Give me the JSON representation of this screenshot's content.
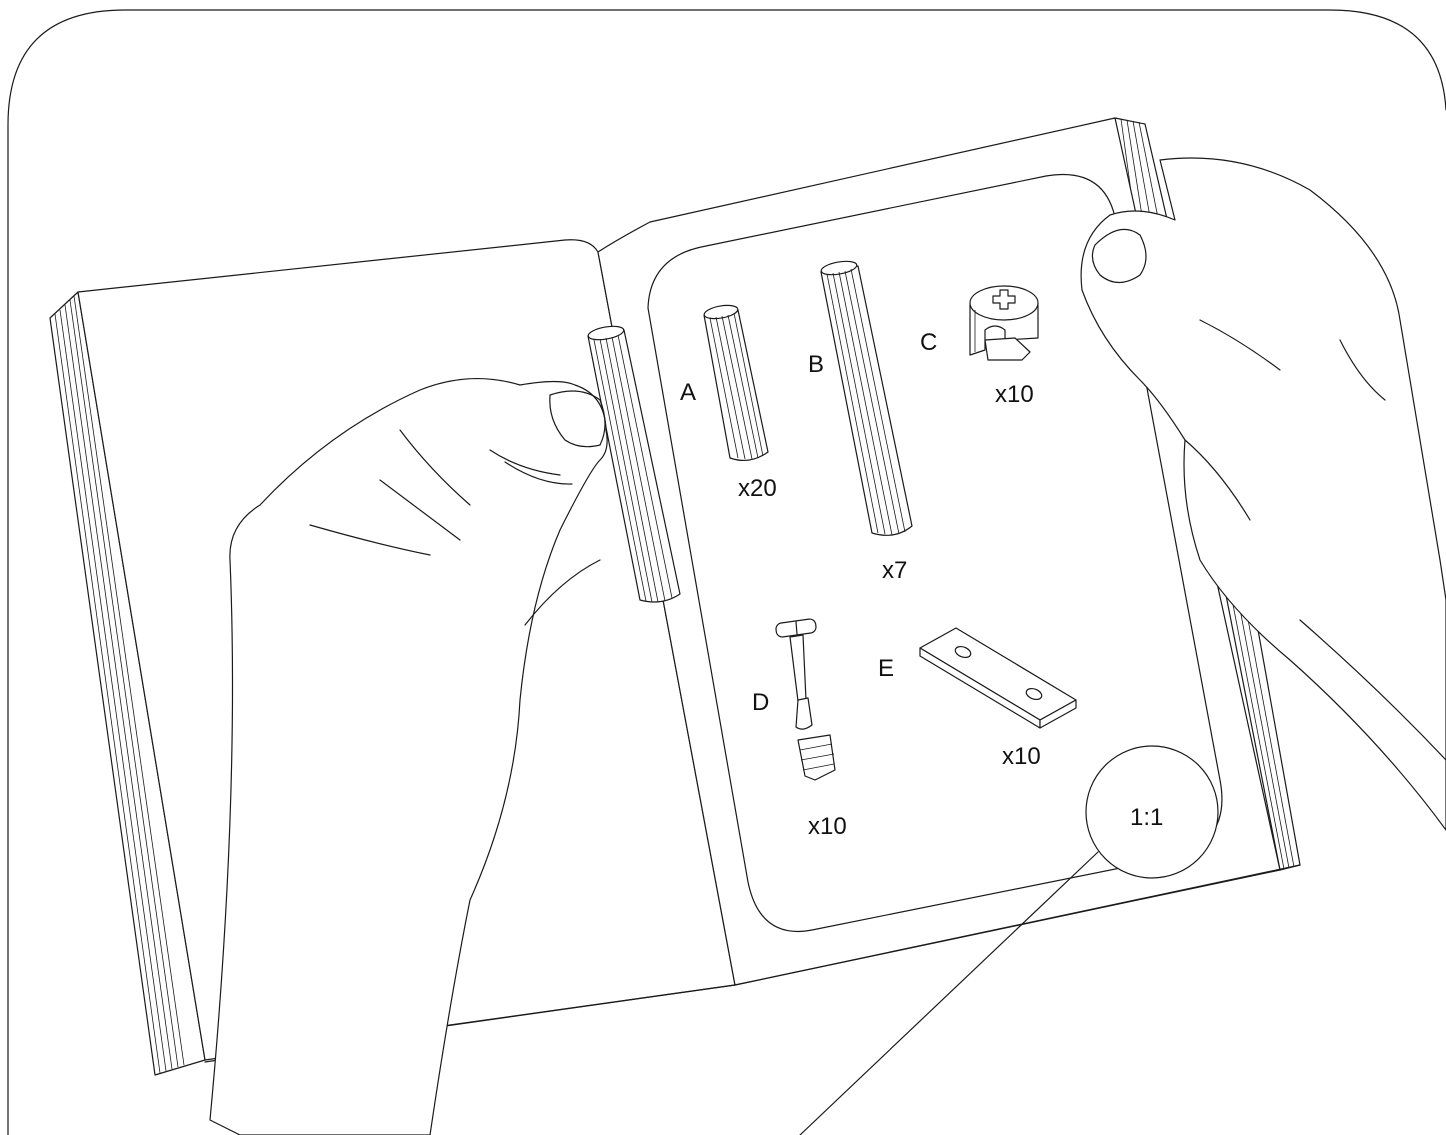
{
  "parts": [
    {
      "letter": "A",
      "qty": "x20"
    },
    {
      "letter": "B",
      "qty": "x7"
    },
    {
      "letter": "C",
      "qty": "x10"
    },
    {
      "letter": "D",
      "qty": "x10"
    },
    {
      "letter": "E",
      "qty": "x10"
    }
  ],
  "scale_badge": "1:1"
}
